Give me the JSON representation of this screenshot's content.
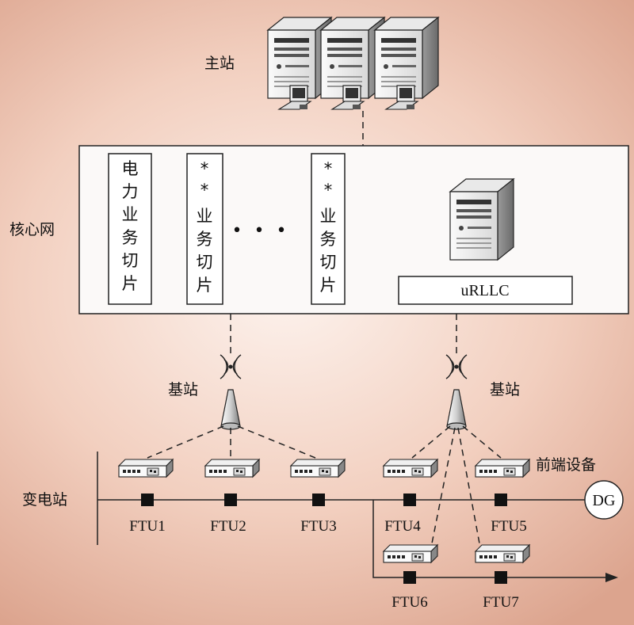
{
  "labels": {
    "master_station": "主站",
    "core_network": "核心网",
    "base_station_left": "基站",
    "base_station_right": "基站",
    "front_end_device": "前端设备",
    "substation": "变电站",
    "dg": "DG",
    "urllc": "uRLLC",
    "ellipsis": "• • •"
  },
  "slices": [
    [
      "电",
      "力",
      "业",
      "务",
      "切",
      "片"
    ],
    [
      "*",
      "*",
      "业",
      "务",
      "切",
      "片"
    ],
    [
      "*",
      "*",
      "业",
      "务",
      "切",
      "片"
    ]
  ],
  "ftus": [
    "FTU1",
    "FTU2",
    "FTU3",
    "FTU4",
    "FTU5",
    "FTU6",
    "FTU7"
  ]
}
